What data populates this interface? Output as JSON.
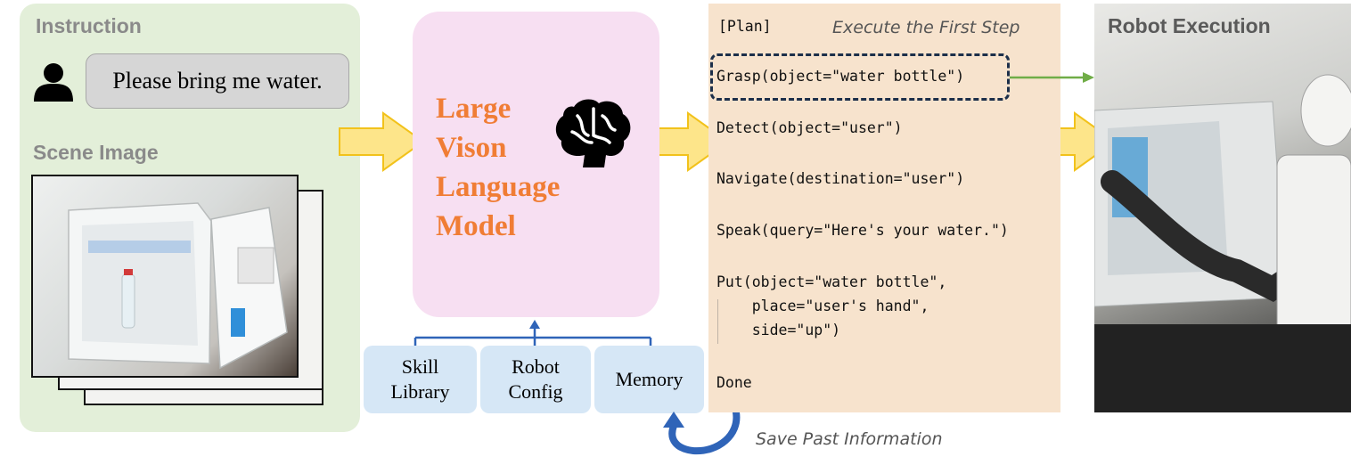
{
  "instruction": {
    "heading": "Instruction",
    "utterance": "Please bring me water.",
    "scene_heading": "Scene Image"
  },
  "vlm": {
    "title_lines": [
      "Large",
      "Vison",
      "Language",
      "Model"
    ],
    "tools": [
      "Skill\nLibrary",
      "Robot\nConfig",
      "Memory"
    ]
  },
  "plan": {
    "header": "[Plan]",
    "step_label": "Execute the First Step",
    "lines": [
      "Grasp(object=\"water bottle\")",
      "Detect(object=\"user\")",
      "Navigate(destination=\"user\")",
      "Speak(query=\"Here's your water.\")",
      "Put(object=\"water bottle\",",
      "    place=\"user's hand\",",
      "    side=\"up\")",
      "Done"
    ]
  },
  "robot": {
    "heading": "Robot Execution"
  },
  "memory_note": "Save Past Information",
  "colors": {
    "left_panel": "#e3efd9",
    "vlm_box": "#f7dff2",
    "vlm_title": "#f07d35",
    "tool_box": "#d6e7f6",
    "plan_panel": "#f7e3cd",
    "big_arrow_fill": "#fde58a",
    "big_arrow_stroke": "#f2c21b",
    "connector_blue": "#2f64b8",
    "green_arrow": "#70ad47",
    "dashed_box": "#1c2f4a"
  },
  "icons": [
    "user-icon",
    "brain-icon",
    "circular-arrow-icon"
  ]
}
